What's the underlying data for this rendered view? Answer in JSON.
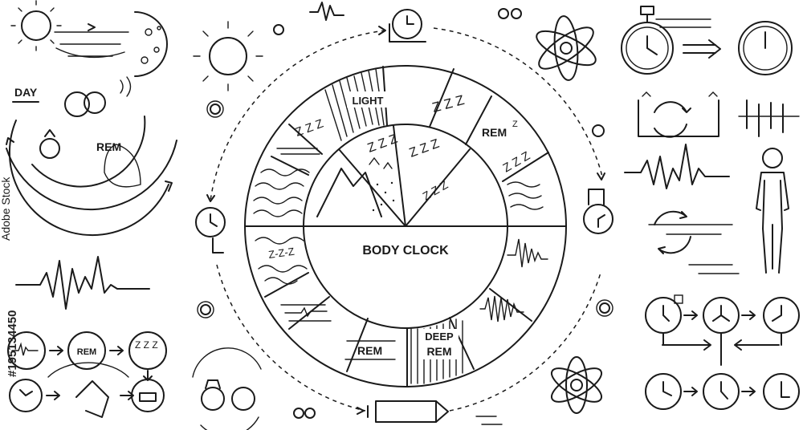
{
  "diagram": {
    "center_title": "BODY CLOCK",
    "wheel_labels": {
      "light": "LIGHT",
      "rem_top": "REM",
      "rem_top_z": "Z",
      "rem_bottom": "REM",
      "deep_line1": "DEEP",
      "deep_line2": "REM",
      "zzz": "Z Z Z",
      "zzz_small": "Z-Z-Z"
    },
    "left_panel": {
      "day_label": "DAY",
      "rem_label": "REM",
      "flow_rem_label": "REM",
      "flow_z": "Z Z Z"
    }
  },
  "watermark": {
    "vertical_id": "#195134450",
    "site_left": "Adobe Stock"
  },
  "colors": {
    "line": "#1a1a1a",
    "background": "#ffffff"
  }
}
